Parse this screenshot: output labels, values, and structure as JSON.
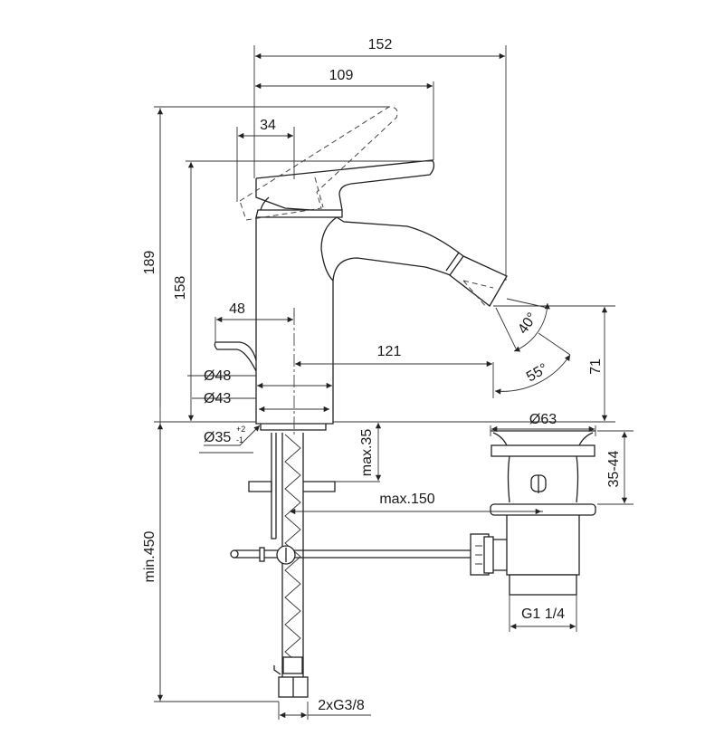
{
  "drawing": {
    "title": "Bidet mixer dimension drawing",
    "units": "mm",
    "colors": {
      "line": "#222222",
      "text": "#1a1a1a",
      "background": "#ffffff"
    },
    "dimensions": {
      "overall_reach": "152",
      "lever_reach": "109",
      "lever_offset": "34",
      "total_height": "189",
      "spout_height": "158",
      "pull_rod_offset": "48",
      "spout_reach": "121",
      "spray_angle": "40°",
      "swivel_angle": "55°",
      "outlet_height": "71",
      "base_diameter": "Ø48",
      "body_diameter": "Ø43",
      "hole_diameter": "Ø35",
      "hole_tol_upper": "+2",
      "hole_tol_lower": "-1",
      "waste_flange_diameter": "Ø63",
      "deck_thickness": "max.35",
      "waste_range": "35-44",
      "rod_length": "max.150",
      "hose_length": "min.450",
      "hose_connection": "2xG3/8",
      "waste_thread": "G1 1/4"
    }
  }
}
